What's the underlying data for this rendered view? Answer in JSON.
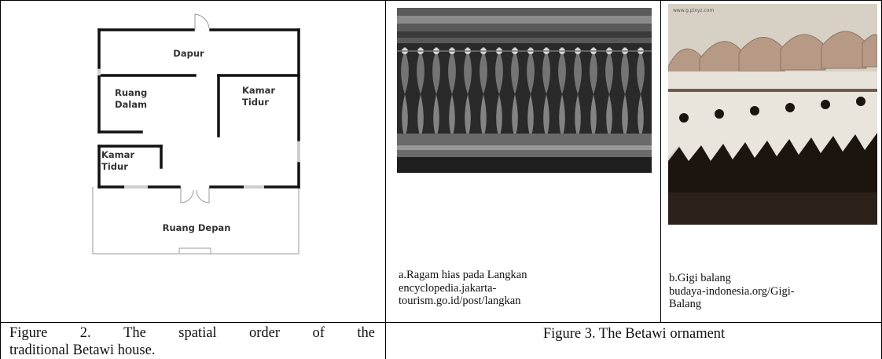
{
  "floor_plan": {
    "rooms": {
      "dapur": "Dapur",
      "ruang_dalam": [
        "Ruang",
        "Dalam"
      ],
      "kamar_tidur_right": [
        "Kamar",
        "Tidur"
      ],
      "kamar_tidur_left": [
        "Kamar",
        "Tidur"
      ],
      "ruang_depan": "Ruang Depan"
    }
  },
  "figure2": {
    "caption_line1_words": [
      "Figure",
      "2.",
      "The",
      "spatial",
      "order",
      "of",
      "the"
    ],
    "caption_line2": "traditional Betawi house."
  },
  "figure3": {
    "panel_a": {
      "lines": [
        "a.Ragam hias pada Langkan",
        "encyclopedia.jakarta-",
        "tourism.go.id/post/langkan"
      ]
    },
    "panel_b": {
      "watermark": "www.g.pixyz.com",
      "lines": [
        "b.Gigi balang",
        "budaya-indonesia.org/Gigi-",
        "Balang"
      ]
    },
    "caption": "Figure 3. The Betawi ornament"
  },
  "colors": {
    "rule": "#000000",
    "wall": "#111111",
    "photo_a_bg": "#2a2a2a",
    "photo_b_bg": "#d7d0c4",
    "photo_b_dark": "#1c140e"
  }
}
